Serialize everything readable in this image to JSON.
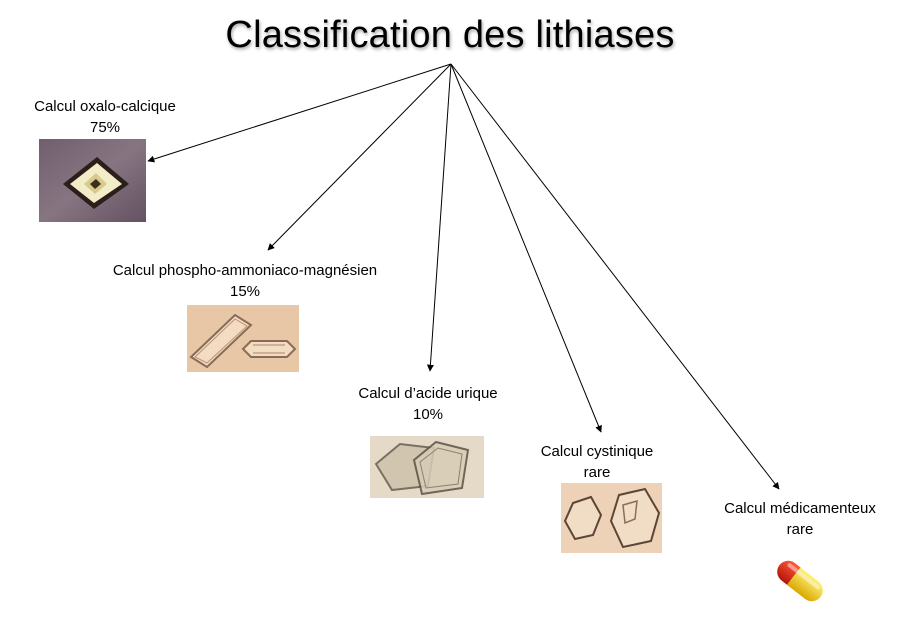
{
  "title": "Classification des lithiases",
  "nodes": [
    {
      "label": "Calcul oxalo-calcique",
      "value": "75%",
      "image": "oxalate-crystal-image"
    },
    {
      "label": "Calcul phospho-ammoniaco-magnésien",
      "value": "15%",
      "image": "phosphate-crystal-image"
    },
    {
      "label": "Calcul d’acide urique",
      "value": "10%",
      "image": "uric-acid-crystal-image"
    },
    {
      "label": "Calcul cystinique",
      "value": "rare",
      "image": "cystine-crystal-image"
    },
    {
      "label": "Calcul médicamenteux",
      "value": "rare",
      "image": "capsule-pill-icon"
    }
  ]
}
